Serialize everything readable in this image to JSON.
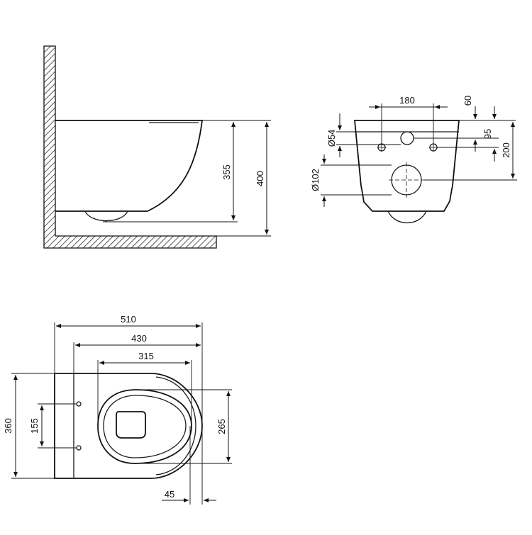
{
  "side_view": {
    "dim_355": "355",
    "dim_400": "400"
  },
  "front_view": {
    "dim_180": "180",
    "dim_60": "60",
    "dim_95": "95",
    "dim_200": "200",
    "dim_d54": "Ø54",
    "dim_d102": "Ø102"
  },
  "top_view": {
    "dim_510": "510",
    "dim_430": "430",
    "dim_315": "315",
    "dim_360": "360",
    "dim_155": "155",
    "dim_265": "265",
    "dim_45": "45"
  }
}
